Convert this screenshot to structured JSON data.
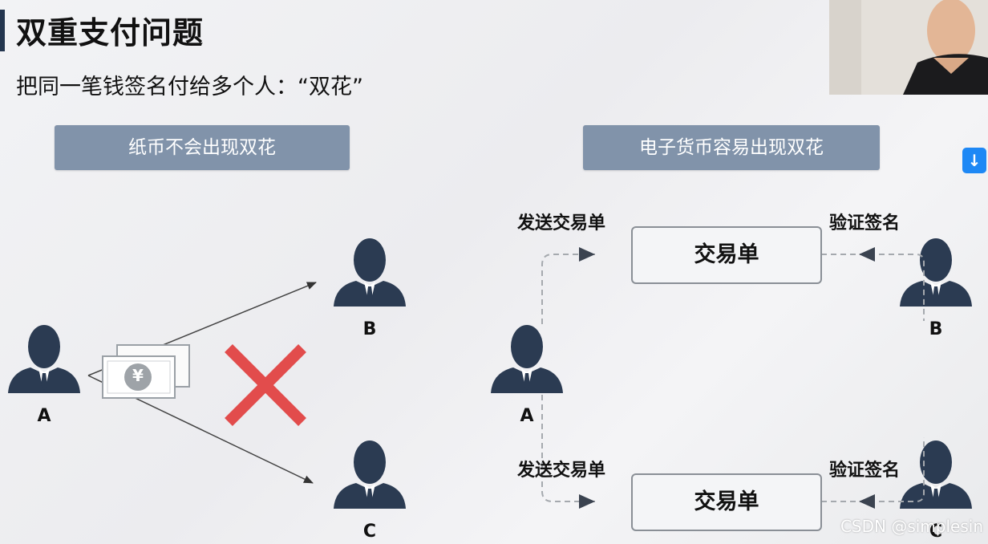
{
  "slide": {
    "title": "双重支付问题",
    "subtitle": "把同一笔钱签名付给多个人：“双花”"
  },
  "left_panel": {
    "banner": "纸币不会出现双花",
    "person_a": "A",
    "person_b": "B",
    "person_c": "C",
    "currency_symbol": "¥"
  },
  "right_panel": {
    "banner": "电子货币容易出现双花",
    "person_a": "A",
    "person_b": "B",
    "person_c": "C",
    "send_top": "发送交易单",
    "send_bottom": "发送交易单",
    "verify_top": "验证签名",
    "verify_bottom": "验证签名",
    "tx_top": "交易单",
    "tx_bottom": "交易单"
  },
  "overlay": {
    "download_icon": "arrow-down-icon",
    "watermark": "CSDN @simplesin"
  },
  "colors": {
    "title_bar": "#24364f",
    "banner": "#8193aa",
    "person": "#2b3b52",
    "cross": "#e24c4c",
    "download_button": "#1e88f5"
  }
}
